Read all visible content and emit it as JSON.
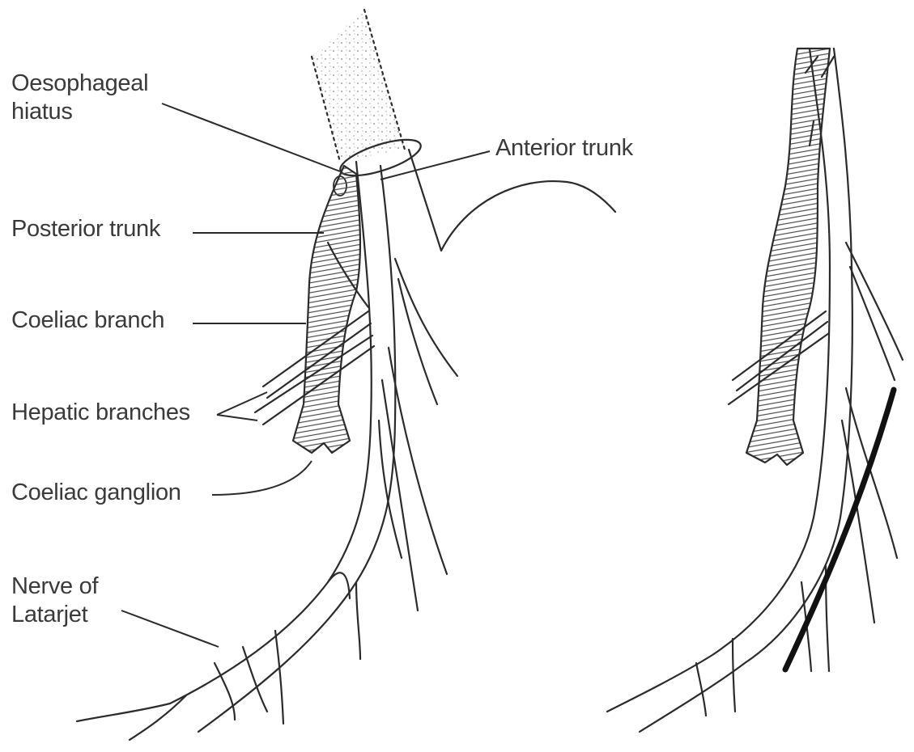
{
  "labels": {
    "oesophageal_hiatus_line1": "Oesophageal",
    "oesophageal_hiatus_line2": "hiatus",
    "anterior_trunk": "Anterior trunk",
    "posterior_trunk": "Posterior trunk",
    "coeliac_branch": "Coeliac branch",
    "hepatic_branches": "Hepatic branches",
    "coeliac_ganglion": "Coeliac ganglion",
    "nerve_of_latarjet_line1": "Nerve of",
    "nerve_of_latarjet_line2": "Latarjet"
  },
  "colors": {
    "ink": "#2b2b2b",
    "label_text": "#3a3a3a",
    "incision": "#111111",
    "background": "#ffffff"
  }
}
